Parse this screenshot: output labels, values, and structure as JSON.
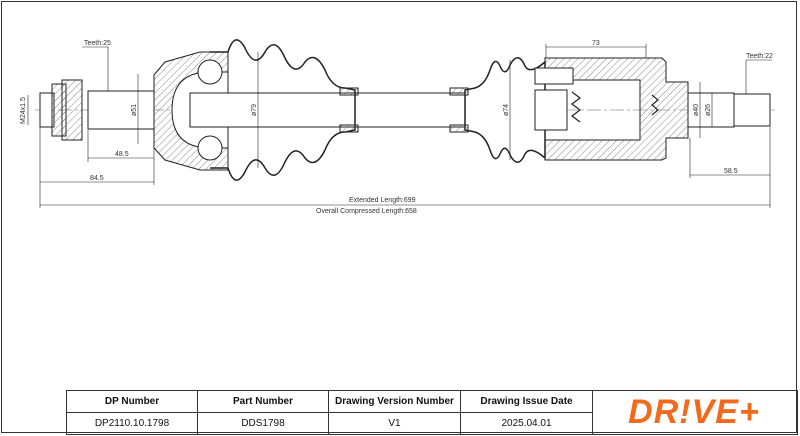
{
  "drawing": {
    "left_teeth": "Teeth:25",
    "right_teeth": "Teeth:22",
    "thread": "M24x1.5",
    "dia_51": "ø51",
    "dia_79": "ø79",
    "dia_74": "ø74",
    "dia_40": "ø40",
    "dia_26": "ø26",
    "dim_48_5": "48.5",
    "dim_84_5": "84.5",
    "dim_73": "73",
    "dim_58_5": "58.5",
    "extended_length": "Extended Length:699",
    "compressed_length": "Overall Compressed Length:658"
  },
  "title_block": {
    "headers": [
      "DP Number",
      "Part Number",
      "Drawing Version Number",
      "Drawing Issue Date"
    ],
    "values": [
      "DP2110.10.1798",
      "DDS1798",
      "V1",
      "2025.04.01"
    ]
  },
  "logo": {
    "text": "DR!VE+",
    "color": "#f26b1d"
  }
}
